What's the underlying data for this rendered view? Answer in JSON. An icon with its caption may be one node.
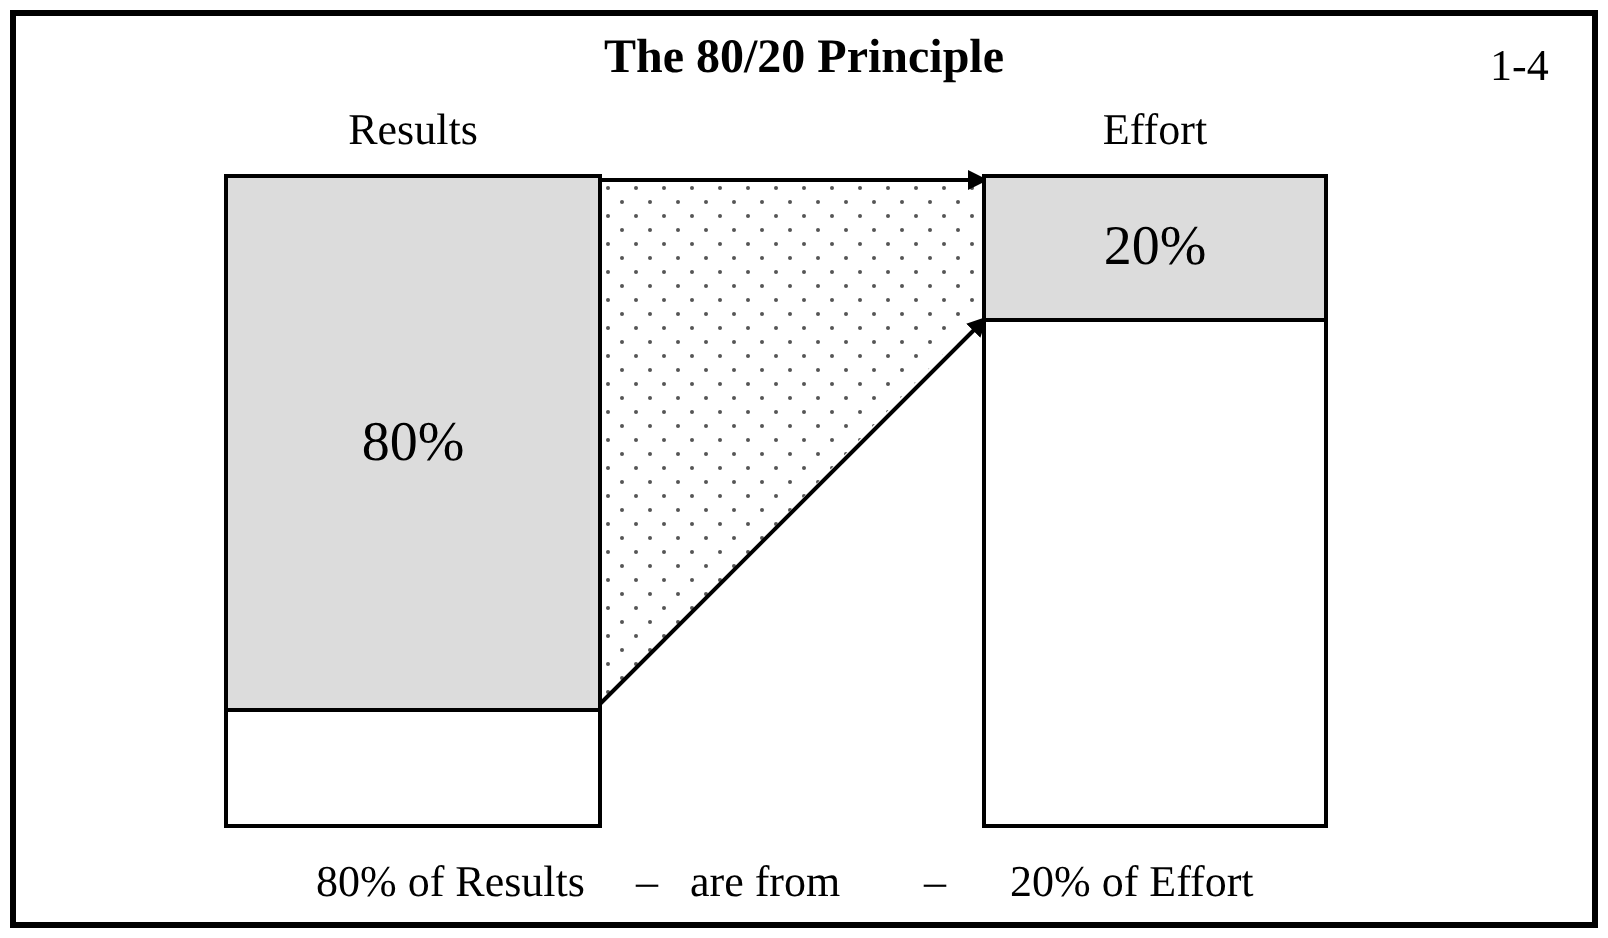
{
  "diagram": {
    "title": "The 80/20 Principle",
    "nodes": [
      {
        "text": [
          "Results"
        ]
      },
      {
        "text": [
          "80%"
        ],
        "in": 0
      },
      {
        "text": [],
        "shape": "box",
        "in": 0
      },
      {
        "text": [
          "Effort"
        ]
      },
      {
        "text": [
          "20%"
        ],
        "in": 3
      },
      {
        "text": [],
        "shape": "box",
        "in": 3
      }
    ],
    "edges": [
      {
        "from": 1,
        "to": 4,
        "arrow": "to"
      },
      {
        "from": 1,
        "to": 4,
        "arrow": "to"
      }
    ],
    "labels": [
      "1-4",
      "80% of Results",
      "–",
      "are from",
      "–",
      "20% of Effort"
    ]
  }
}
